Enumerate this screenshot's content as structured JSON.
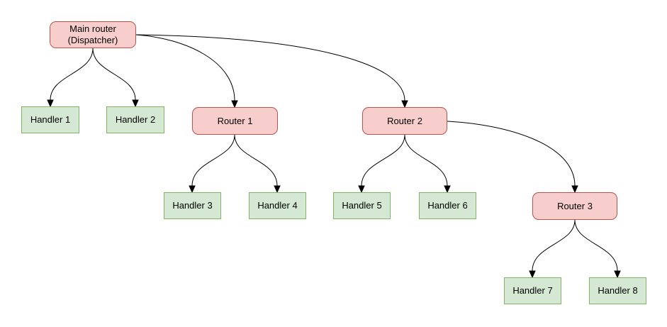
{
  "diagram": {
    "type": "flow-tree",
    "background": "#ffffff",
    "colors": {
      "router_fill": "#f8cecc",
      "router_border": "#b85450",
      "handler_fill": "#d5e8d4",
      "handler_border": "#82b366",
      "edge_line": "#000000",
      "text": "#000000"
    },
    "nodes": [
      {
        "id": "main-router",
        "label": "Main router\n(Dispatcher)",
        "kind": "router"
      },
      {
        "id": "handler-1",
        "label": "Handler 1",
        "kind": "handler"
      },
      {
        "id": "handler-2",
        "label": "Handler 2",
        "kind": "handler"
      },
      {
        "id": "router-1",
        "label": "Router 1",
        "kind": "router"
      },
      {
        "id": "router-2",
        "label": "Router 2",
        "kind": "router"
      },
      {
        "id": "handler-3",
        "label": "Handler 3",
        "kind": "handler"
      },
      {
        "id": "handler-4",
        "label": "Handler 4",
        "kind": "handler"
      },
      {
        "id": "handler-5",
        "label": "Handler 5",
        "kind": "handler"
      },
      {
        "id": "handler-6",
        "label": "Handler 6",
        "kind": "handler"
      },
      {
        "id": "router-3",
        "label": "Router 3",
        "kind": "router"
      },
      {
        "id": "handler-7",
        "label": "Handler 7",
        "kind": "handler"
      },
      {
        "id": "handler-8",
        "label": "Handler 8",
        "kind": "handler"
      }
    ],
    "edges": [
      {
        "from": "main-router",
        "to": "handler-1"
      },
      {
        "from": "main-router",
        "to": "handler-2"
      },
      {
        "from": "main-router",
        "to": "router-1"
      },
      {
        "from": "main-router",
        "to": "router-2"
      },
      {
        "from": "router-1",
        "to": "handler-3"
      },
      {
        "from": "router-1",
        "to": "handler-4"
      },
      {
        "from": "router-2",
        "to": "handler-5"
      },
      {
        "from": "router-2",
        "to": "handler-6"
      },
      {
        "from": "router-2",
        "to": "router-3"
      },
      {
        "from": "router-3",
        "to": "handler-7"
      },
      {
        "from": "router-3",
        "to": "handler-8"
      }
    ]
  }
}
